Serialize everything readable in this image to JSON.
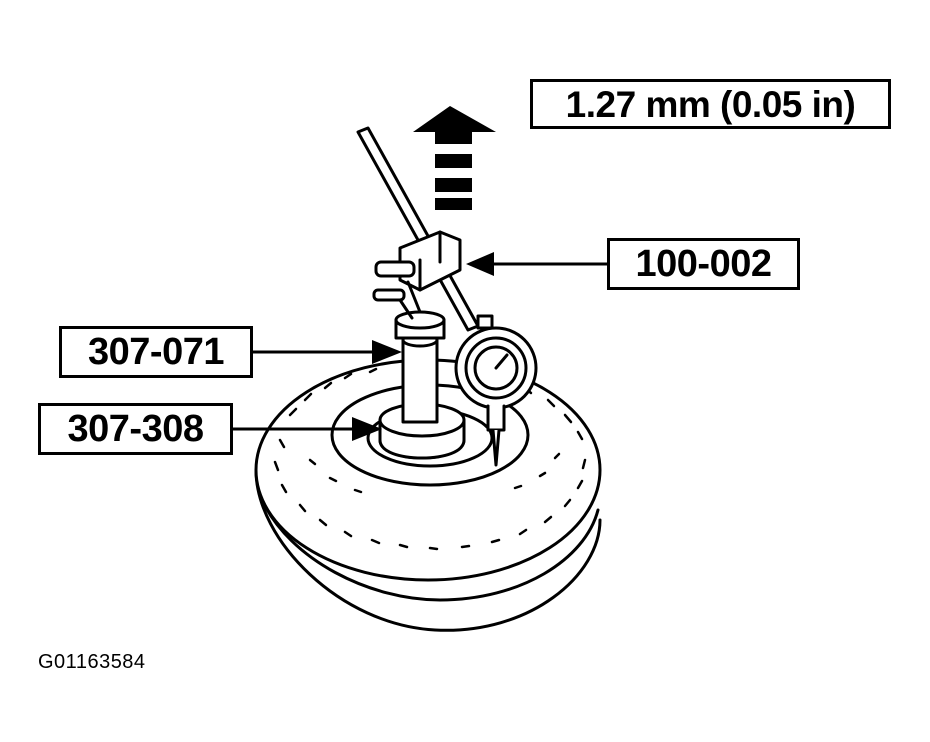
{
  "callouts": {
    "measurement": "1.27 mm (0.05 in)",
    "tool_100_002": "100-002",
    "tool_307_071": "307-071",
    "tool_307_308": "307-308"
  },
  "figure_id": "G01163584",
  "colors": {
    "line": "#000000",
    "background": "#ffffff"
  }
}
